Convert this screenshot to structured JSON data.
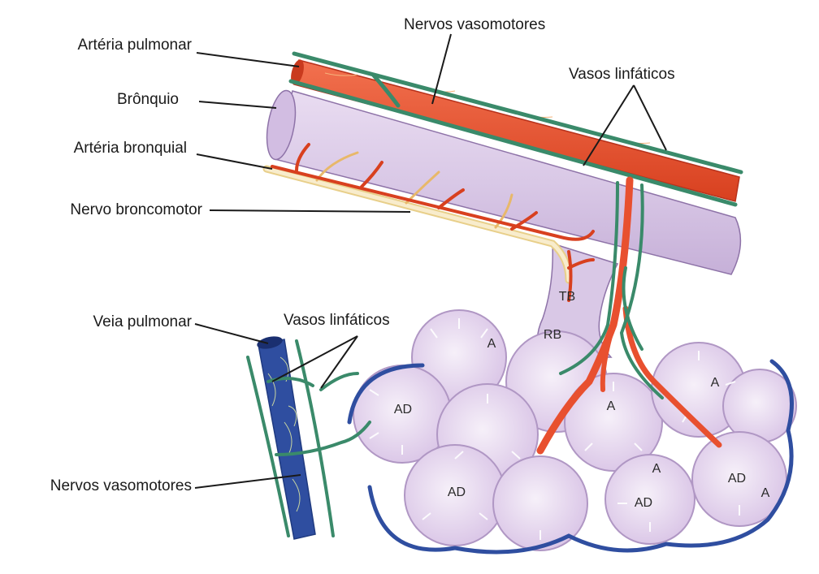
{
  "labels": {
    "arteria_pulmonar": "Artéria pulmonar",
    "bronquio": "Brônquio",
    "arteria_bronquial": "Artéria bronquial",
    "nervo_broncomotor": "Nervo broncomotor",
    "veia_pulmonar": "Veia pulmonar",
    "nervos_vasomotores_bottom": "Nervos vasomotores",
    "nervos_vasomotores_top": "Nervos vasomotores",
    "vasos_linfaticos_top": "Vasos linfáticos",
    "vasos_linfaticos_mid": "Vasos linfáticos"
  },
  "inner_labels": {
    "tb": "TB",
    "rb": "RB",
    "a1": "A",
    "a2": "A",
    "a3": "A",
    "a4": "A",
    "a5": "A",
    "ad1": "AD",
    "ad2": "AD",
    "ad3": "AD",
    "ad4": "AD"
  },
  "colors": {
    "artery": "#e8502f",
    "artery_dark": "#b8321c",
    "bronchus": "#d9c8e6",
    "bronchus_edge": "#8e73a8",
    "nerve": "#f3d9a0",
    "lymphatic": "#3a8a6a",
    "vein": "#2f4ea0",
    "alveolus": "#efe6f4"
  }
}
